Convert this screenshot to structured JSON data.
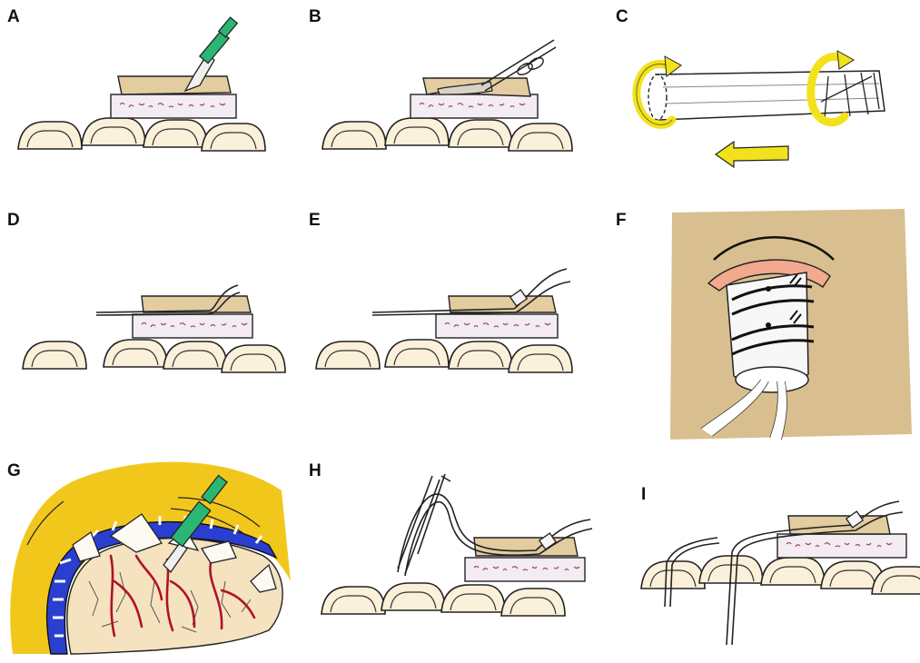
{
  "figure": {
    "panels": [
      {
        "label": "A"
      },
      {
        "label": "B"
      },
      {
        "label": "C"
      },
      {
        "label": "D"
      },
      {
        "label": "E"
      },
      {
        "label": "F"
      },
      {
        "label": "G"
      },
      {
        "label": "H"
      },
      {
        "label": "I"
      }
    ]
  },
  "colors": {
    "skin": "#e2cca0",
    "bone": "#fbf0d9",
    "periosteum": "#f3ecf3",
    "periosteum_spots": "#a0506a",
    "scalpel_handle": "#2bb673",
    "arrow_yellow": "#f2e21c",
    "field_tan": "#d9bf8f",
    "flap_pink": "#f2a98e",
    "drape_yellow": "#f2c71c",
    "retractor_blue": "#2a3fcf",
    "vessel_red": "#b0122a"
  }
}
